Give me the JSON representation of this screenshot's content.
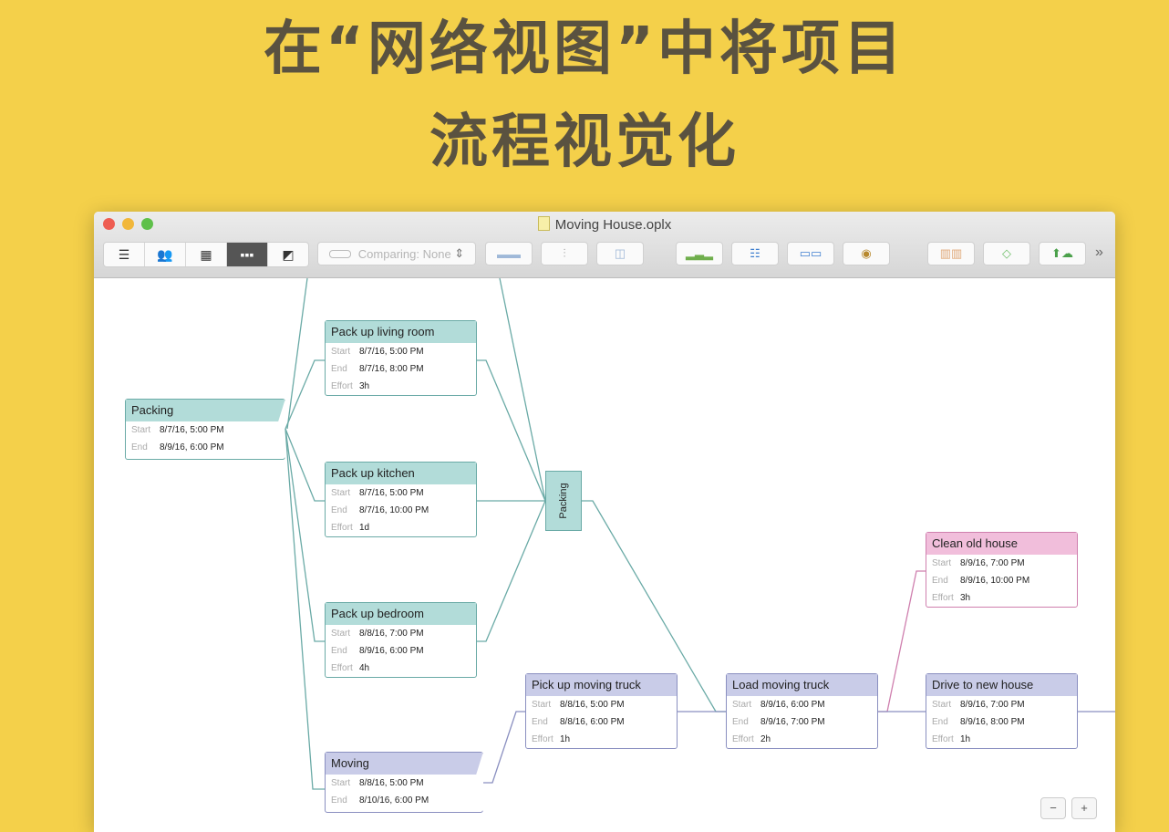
{
  "headline": {
    "line1": "在“网络视图”中将项目",
    "line2": "流程视觉化"
  },
  "window": {
    "title": "Moving House.oplx"
  },
  "toolbar": {
    "view_modes": [
      {
        "icon": "outline-view-icon",
        "glyph": "☰"
      },
      {
        "icon": "resources-view-icon",
        "glyph": "👥"
      },
      {
        "icon": "calendar-view-icon",
        "glyph": "▦"
      },
      {
        "icon": "network-view-icon",
        "glyph": "▪▪▪",
        "active": true
      },
      {
        "icon": "styles-view-icon",
        "glyph": "◩"
      }
    ],
    "comparing": "Comparing: None",
    "overflow": "»"
  },
  "colors": {
    "background": "#f4d04a",
    "teal": "#b2dcd9",
    "teal_border": "#6aaaa6",
    "purple": "#c9cce8",
    "purple_border": "#8a8fc0",
    "pink": "#f1bedb",
    "pink_border": "#cf7fae"
  },
  "labels": {
    "start": "Start",
    "end": "End",
    "effort": "Effort"
  },
  "nodes": [
    {
      "title": "Packing",
      "start": "8/7/16, 5:00 PM",
      "end": "8/9/16, 6:00 PM",
      "kind": "group",
      "color": "teal"
    },
    {
      "title": "Pack up living room",
      "start": "8/7/16, 5:00 PM",
      "end": "8/7/16, 8:00 PM",
      "effort": "3h",
      "color": "teal"
    },
    {
      "title": "Pack up kitchen",
      "start": "8/7/16, 5:00 PM",
      "end": "8/7/16, 10:00 PM",
      "effort": "1d",
      "color": "teal"
    },
    {
      "title": "Pack up bedroom",
      "start": "8/8/16, 7:00 PM",
      "end": "8/9/16, 6:00 PM",
      "effort": "4h",
      "color": "teal"
    },
    {
      "title": "Pick up moving truck",
      "start": "8/8/16, 5:00 PM",
      "end": "8/8/16, 6:00 PM",
      "effort": "1h",
      "color": "purple"
    },
    {
      "title": "Load moving truck",
      "start": "8/9/16, 6:00 PM",
      "end": "8/9/16, 7:00 PM",
      "effort": "2h",
      "color": "purple"
    },
    {
      "title": "Clean old house",
      "start": "8/9/16, 7:00 PM",
      "end": "8/9/16, 10:00 PM",
      "effort": "3h",
      "color": "pink"
    },
    {
      "title": "Drive to new house",
      "start": "8/9/16, 7:00 PM",
      "end": "8/9/16, 8:00 PM",
      "effort": "1h",
      "color": "purple"
    },
    {
      "title": "Moving",
      "start": "8/8/16, 5:00 PM",
      "end": "8/10/16, 6:00 PM",
      "kind": "group",
      "color": "purple"
    }
  ],
  "milestone": {
    "title": "Packing"
  },
  "zoom": {
    "out": "−",
    "in": "+"
  }
}
